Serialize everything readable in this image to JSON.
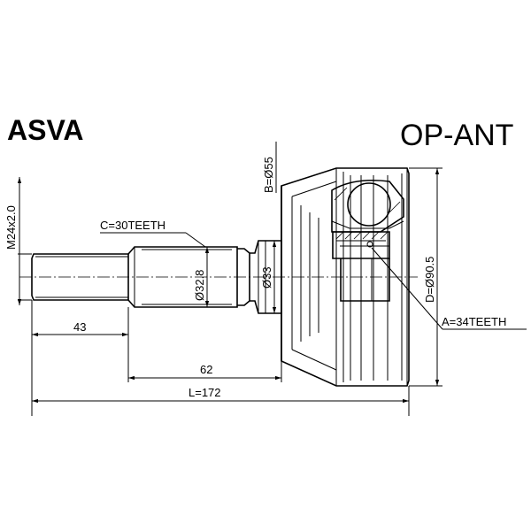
{
  "brand": "ASVA",
  "part_number": "OP-ANT",
  "dimensions": {
    "length_total": "L=172",
    "length_shaft": "62",
    "length_stub": "43",
    "thread": "M24x2.0",
    "diameter_32_8": "Ø32.8",
    "diameter_33": "Ø33",
    "diameter_b": "B=Ø55",
    "diameter_d": "D=Ø90.5",
    "spline_c": "C=30TEETH",
    "spline_a": "A=34TEETH"
  }
}
